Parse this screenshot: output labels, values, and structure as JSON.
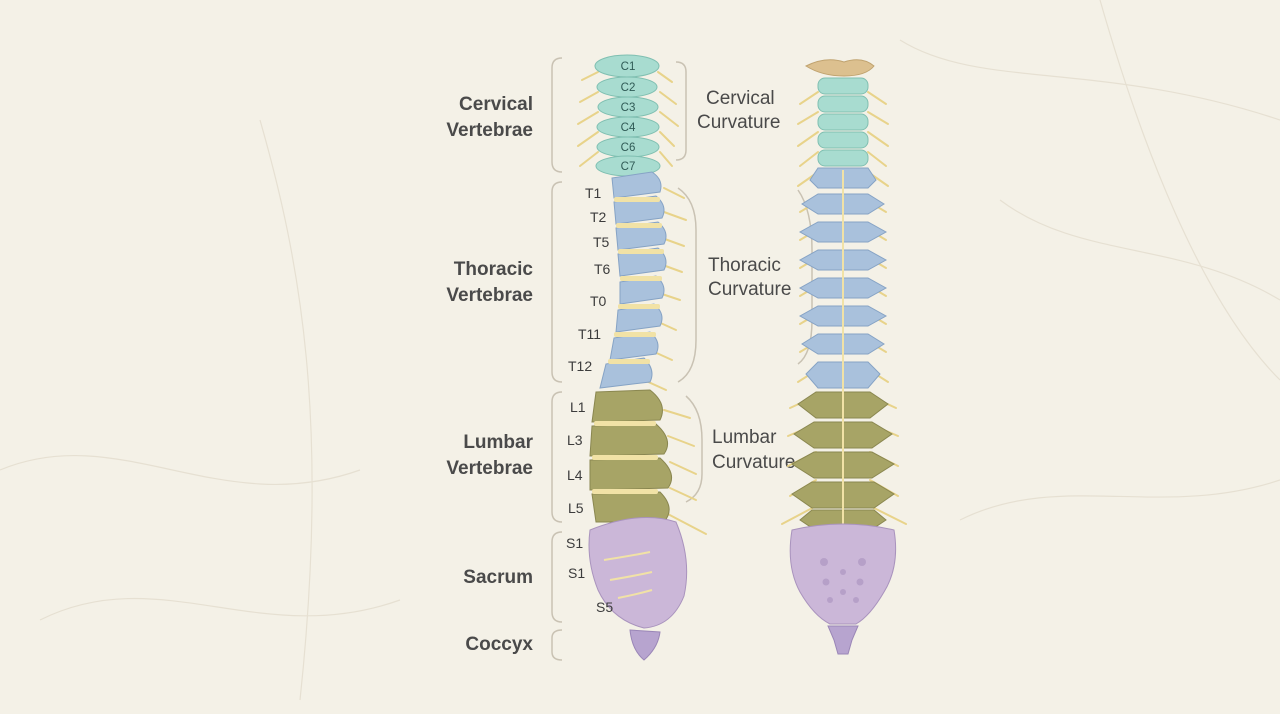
{
  "region_labels": {
    "cervical": [
      "Cervical",
      "Vertebrae"
    ],
    "thoracic": [
      "Thoracic",
      "Vertebrae"
    ],
    "lumbar": [
      "Lumbar",
      "Vertebrae"
    ],
    "sacrum": "Sacrum",
    "coccyx": "Coccyx"
  },
  "curvature_labels": {
    "cervical": [
      "Cervical",
      "Curvature"
    ],
    "thoracic": [
      "Thoracic",
      "Curvature"
    ],
    "lumbar": [
      "Lumbar",
      "Curvature"
    ]
  },
  "vertebra_labels": {
    "cervical": [
      "C1",
      "C2",
      "C3",
      "C4",
      "C6",
      "C7"
    ],
    "thoracic": [
      "T1",
      "T2",
      "T5",
      "T6",
      "T0",
      "T11",
      "T12"
    ],
    "lumbar": [
      "L1",
      "L3",
      "L4",
      "L5"
    ],
    "sacral": [
      "S1",
      "S1",
      "S5"
    ]
  },
  "colors": {
    "background": "#f4f1e7",
    "cervical": "#a8dcd0",
    "thoracic": "#a9c1dc",
    "lumbar": "#a7a466",
    "sacrum": "#cbb7d8",
    "coccyx": "#b7a4cf",
    "skull_base": "#dcc08f",
    "disc": "#f1e2a6",
    "nerve": "#e8d38a",
    "bracket": "#c9c2b3",
    "text": "#4a4a4a"
  }
}
